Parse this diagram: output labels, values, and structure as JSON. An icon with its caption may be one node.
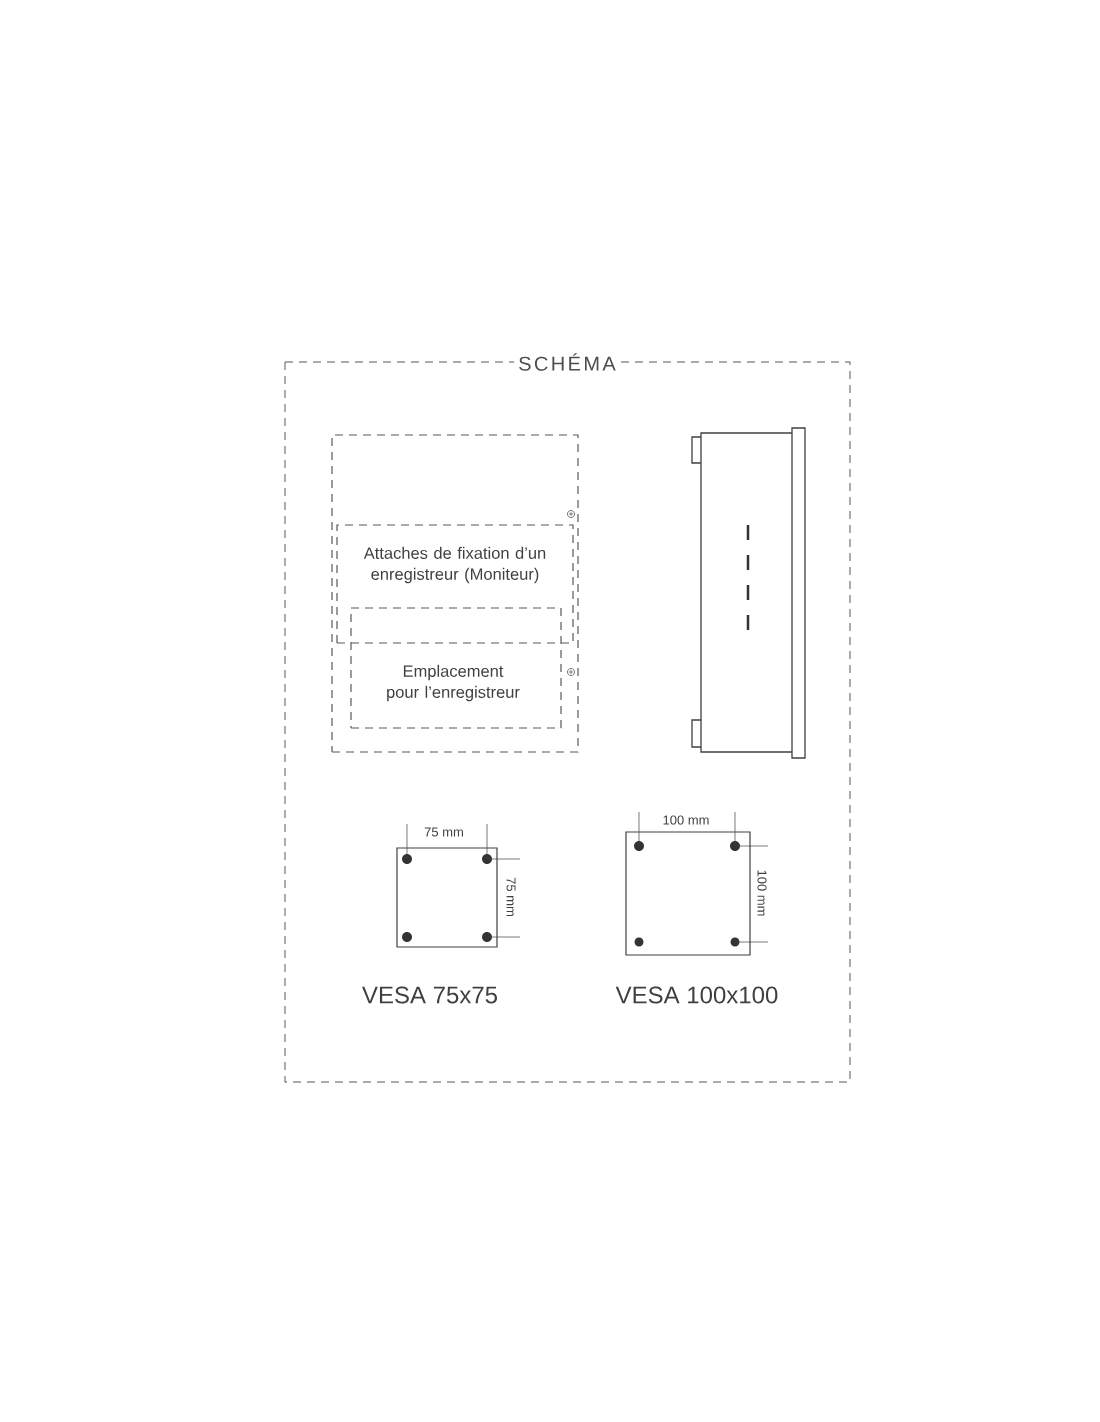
{
  "diagram": {
    "title": "SCHÉMA",
    "nodes": [
      {
        "text": [],
        "shape": "box"
      },
      {
        "text": [
          "Attaches de fixation d’un enregistreur (Moniteur)"
        ],
        "in": 0
      },
      {
        "text": [
          "Emplacement pour l’enregistreur"
        ],
        "in": 0
      }
    ],
    "labels": [
      "75 mm",
      "75 mm",
      "VESA 75x75",
      "100 mm",
      "100 mm",
      "VESA 100x100"
    ]
  }
}
